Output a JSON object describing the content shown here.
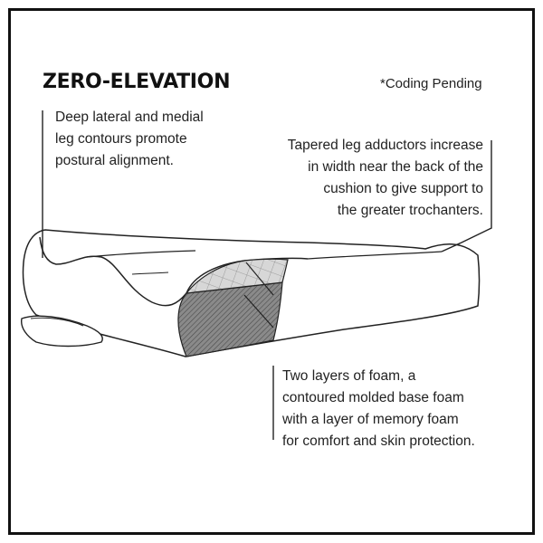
{
  "title": "ZERO-ELEVATION",
  "coding_note": "*Coding Pending",
  "callouts": {
    "contours": {
      "lines": [
        "Deep lateral and medial",
        "leg contours promote",
        "postural alignment."
      ]
    },
    "adductors": {
      "lines": [
        "Tapered leg adductors increase",
        "in width near the back of the",
        "cushion to give support to",
        "the greater trochanters."
      ]
    },
    "foam": {
      "lines": [
        "Two layers of foam, a",
        "contoured molded base foam",
        "with a layer of memory foam",
        "for comfort and skin protection."
      ]
    }
  },
  "colors": {
    "line": "#222222",
    "frame": "#111111",
    "background": "#ffffff"
  }
}
